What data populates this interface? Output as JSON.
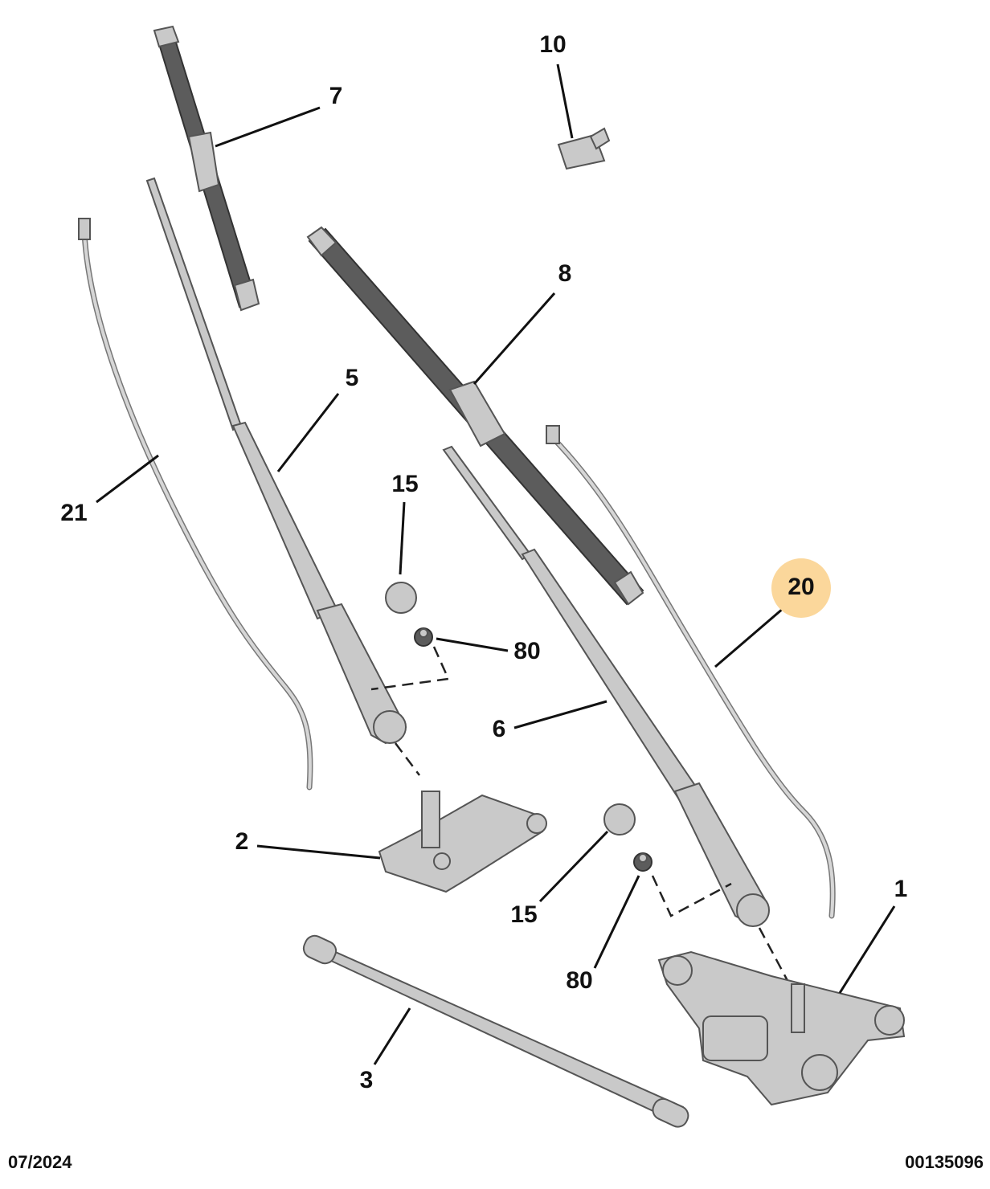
{
  "diagram": {
    "labels": {
      "p10": "10",
      "p7": "7",
      "p8": "8",
      "p5": "5",
      "p21": "21",
      "p15a": "15",
      "p80a": "80",
      "p20": "20",
      "p6": "6",
      "p2": "2",
      "p15b": "15",
      "p80b": "80",
      "p1": "1",
      "p3": "3"
    },
    "highlight_color": "#fbd79b",
    "highlighted_part": "20"
  },
  "footer": {
    "date": "07/2024",
    "reference": "00135096"
  }
}
